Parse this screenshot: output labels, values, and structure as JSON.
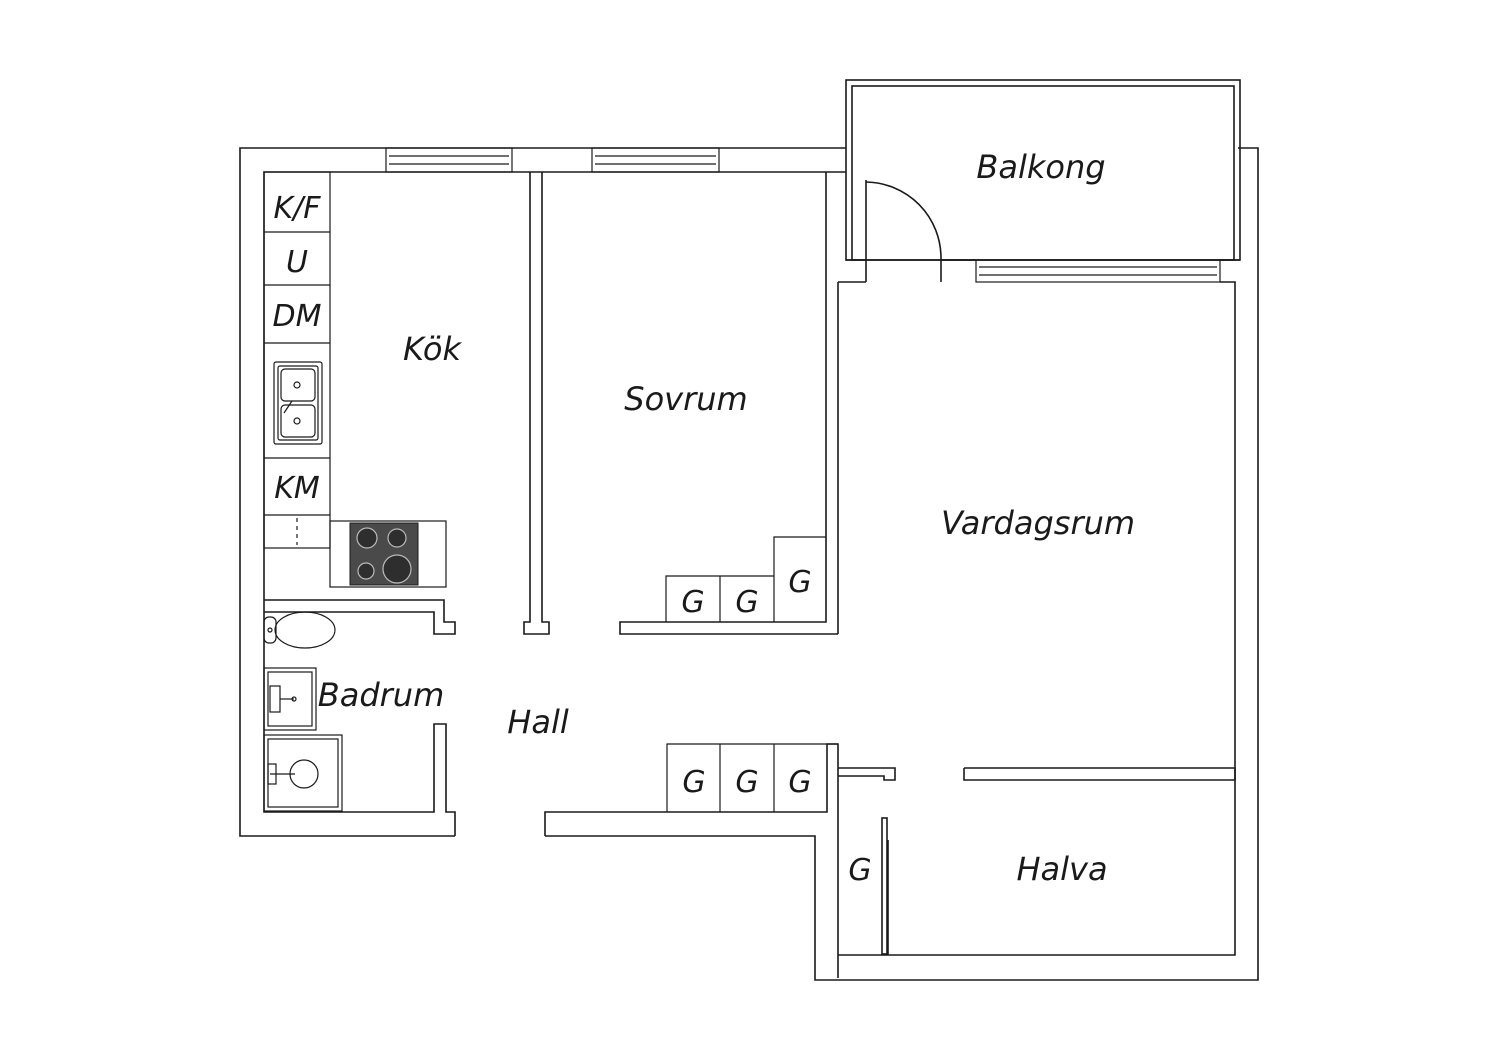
{
  "rooms": {
    "kok": "Kök",
    "sovrum": "Sovrum",
    "balkong": "Balkong",
    "vardagsrum": "Vardagsrum",
    "badrum": "Badrum",
    "hall": "Hall",
    "halva": "Halva"
  },
  "appliances": {
    "fridge_freezer": "K/F",
    "oven": "U",
    "dishwasher": "DM",
    "coffee_machine": "KM"
  },
  "wardrobe_label": "G"
}
